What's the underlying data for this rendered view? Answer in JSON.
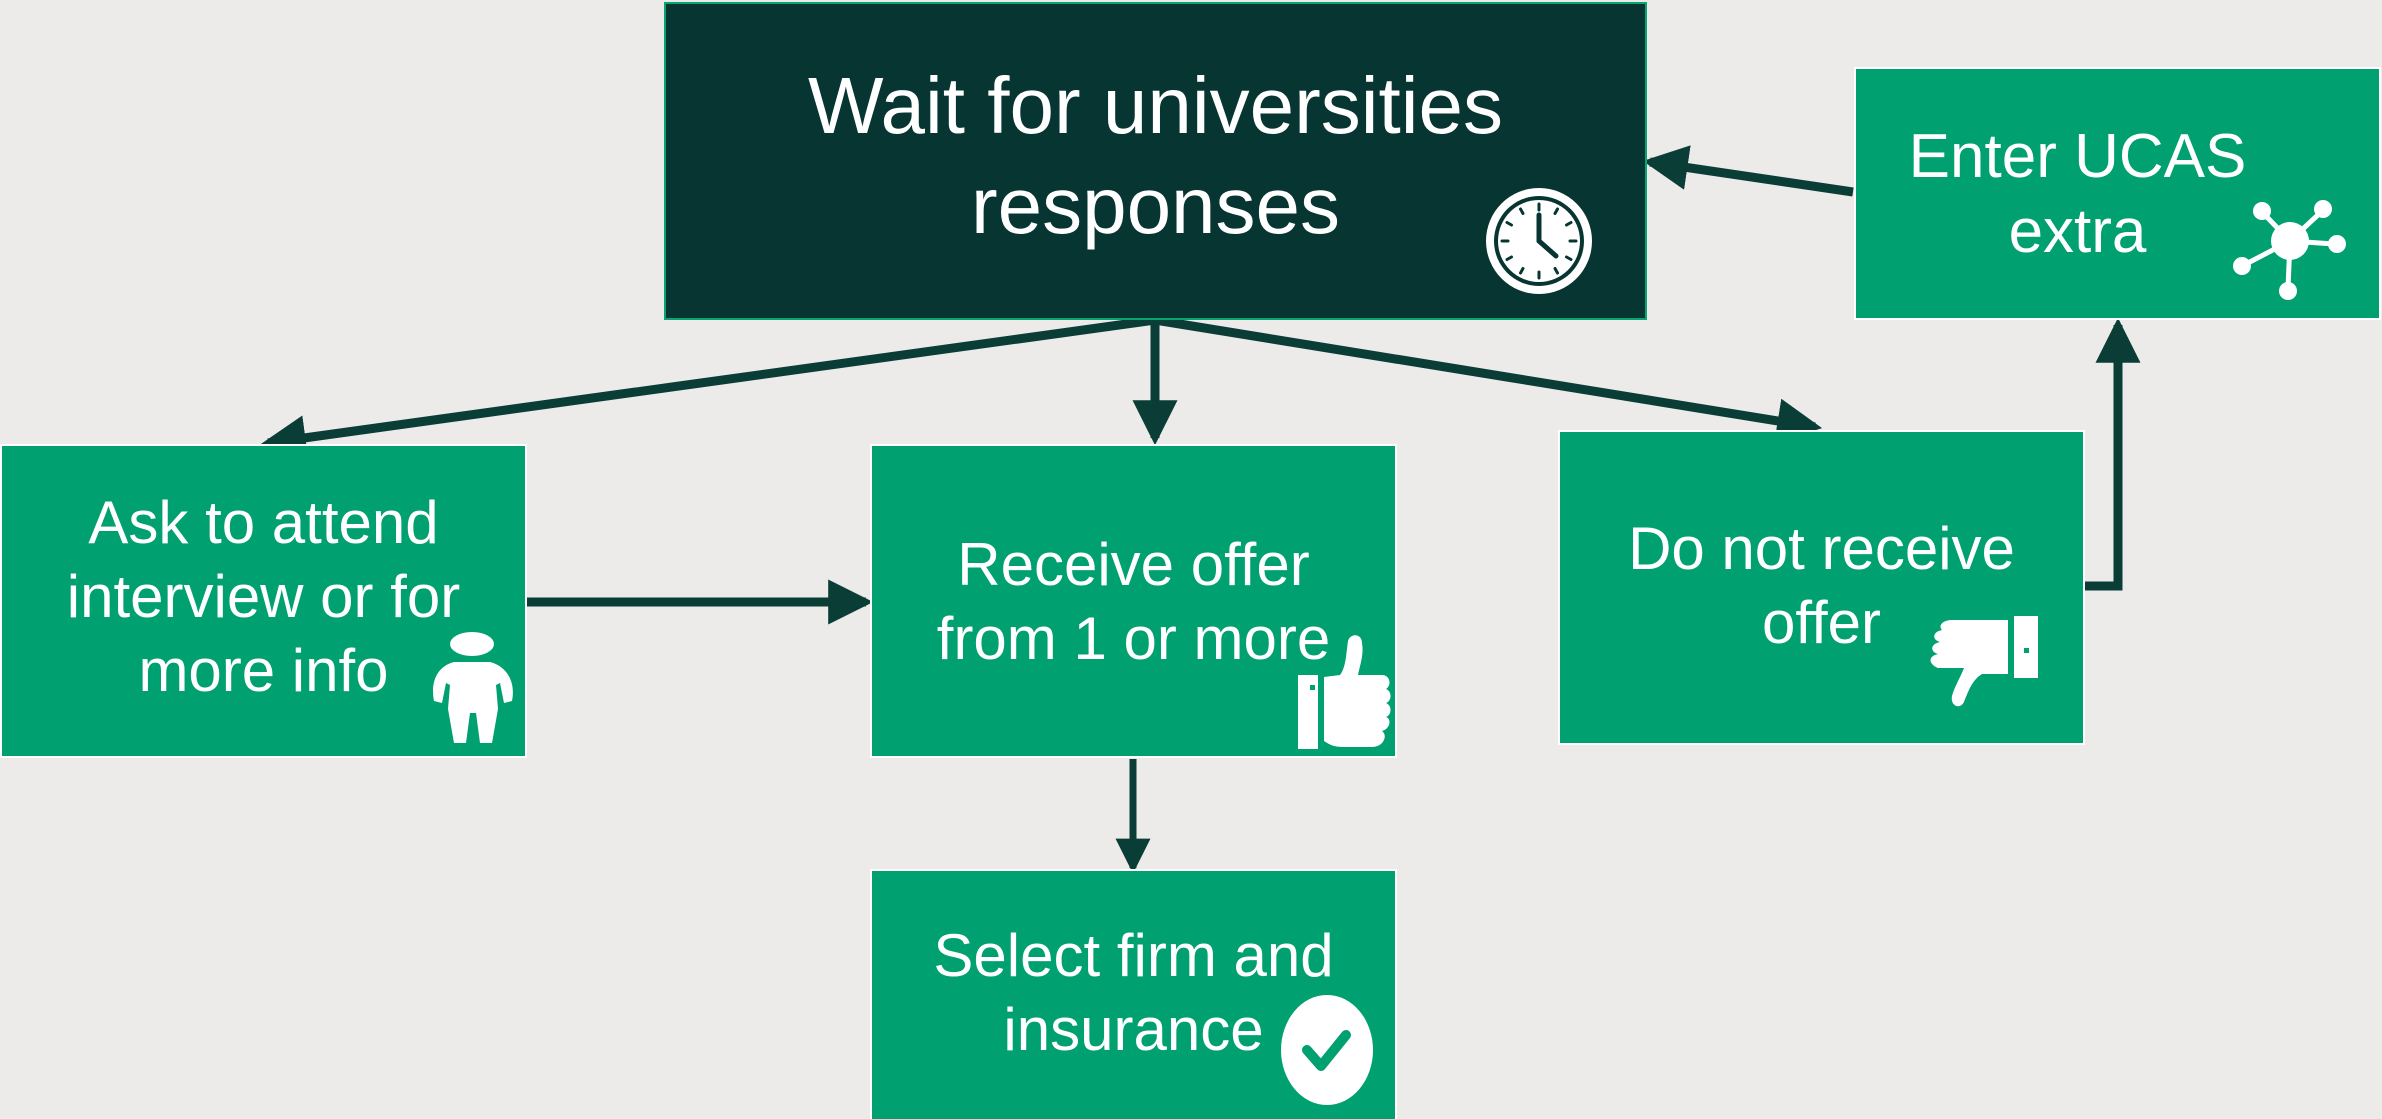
{
  "colors": {
    "dark_box": "#073532",
    "green_box": "#00a070",
    "arrow": "#0b3d37",
    "background": "#ecebe9"
  },
  "nodes": {
    "wait": {
      "text": "Wait for universities\nresponses",
      "icon": "clock-icon"
    },
    "ucas_extra": {
      "text": "Enter UCAS\nextra",
      "icon": "network-icon"
    },
    "interview": {
      "text": "Ask to attend\ninterview or for\nmore info",
      "icon": "person-icon"
    },
    "offer": {
      "text": "Receive offer\nfrom 1 or more",
      "icon": "thumbs-up-icon"
    },
    "no_offer": {
      "text": "Do not receive\noffer",
      "icon": "thumbs-down-icon"
    },
    "select": {
      "text": "Select firm and\ninsurance",
      "icon": "checkmark-icon"
    }
  },
  "edges": [
    {
      "from": "wait",
      "to": "interview"
    },
    {
      "from": "wait",
      "to": "offer"
    },
    {
      "from": "wait",
      "to": "no_offer"
    },
    {
      "from": "interview",
      "to": "offer"
    },
    {
      "from": "offer",
      "to": "select"
    },
    {
      "from": "no_offer",
      "to": "ucas_extra"
    },
    {
      "from": "ucas_extra",
      "to": "wait"
    }
  ]
}
